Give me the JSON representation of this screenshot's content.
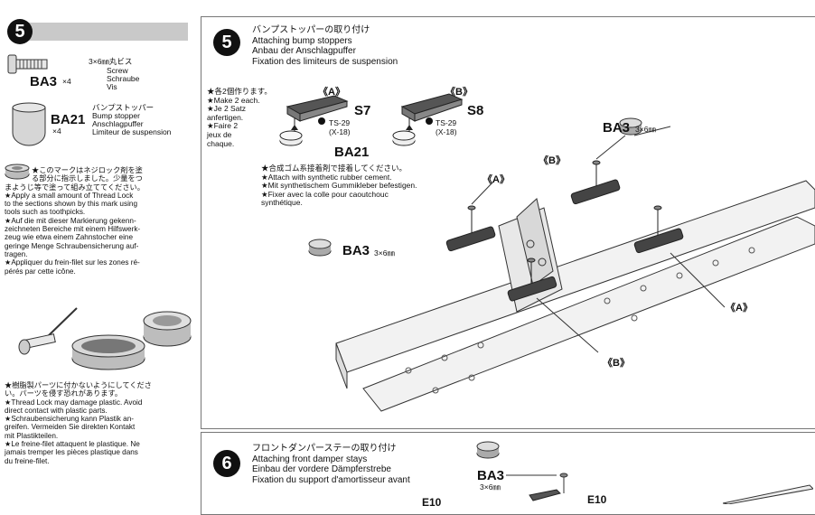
{
  "left": {
    "step_number": "5",
    "parts": [
      {
        "code": "BA3",
        "qty": "×4",
        "desc_jp": "3×6㎜丸ビス",
        "desc": [
          "Screw",
          "Schraube",
          "Vis"
        ]
      },
      {
        "code": "BA21",
        "qty": "×4",
        "desc_jp": "バンプストッパー",
        "desc": [
          "Bump stopper",
          "Anschlagpuffer",
          "Limiteur de suspension"
        ]
      }
    ],
    "threadlock_lines": [
      "★このマークはネジロック剤を塗",
      "る部分に指示しました。少量をつ",
      "まようじ等で塗って組み立ててください。",
      "★Apply a small amount of Thread Lock",
      "to the sections shown by this mark using",
      "tools such as toothpicks.",
      "★Auf die mit dieser Markierung gekenn-",
      "zeichneten Bereiche mit einem Hilfswerk-",
      "zeug wie etwa einem Zahnstocher eine",
      "geringe Menge Schraubensicherung auf-",
      "tragen.",
      "★Appliquer du frein-filet sur les zones ré-",
      "pérés par cette icône."
    ],
    "warning_lines": [
      "★樹脂製パーツに付かないようにしてくださ",
      "い。パーツを侵す恐れがあります。",
      "★Thread Lock may damage plastic. Avoid",
      "direct contact with plastic parts.",
      "★Schraubensicherung kann Plastik an-",
      "greifen. Vermeiden Sie direkten Kontakt",
      "mit Plastikteilen.",
      "★Le freine-filet attaquent le plastique. Ne",
      "jamais tremper les pièces plastique dans",
      "du freine-filet."
    ]
  },
  "step5": {
    "number": "5",
    "title_jp": "バンプストッパーの取り付け",
    "title_en": "Attaching bump stoppers",
    "title_de": "Anbau der Anschlagpuffer",
    "title_fr": "Fixation des limiteurs de suspension",
    "make_note": [
      "★各2個作ります。",
      "★Make 2 each.",
      "★Je 2 Satz",
      "anfertigen.",
      "★Faire 2",
      "jeux de",
      "chaque."
    ],
    "label_a": "《A》",
    "label_b": "《B》",
    "s7": "S7",
    "s8": "S8",
    "ts29": "TS-29",
    "x18": "(X-18)",
    "ba21": "BA21",
    "cement_note": [
      "★合成ゴム系接着剤で接着してください。",
      "★Attach with synthetic rubber cement.",
      "★Mit synthetischem Gummikleber befestigen.",
      "★Fixer avec la colle pour caoutchouc",
      "synthétique."
    ],
    "ba3": "BA3",
    "ba3_size": "3×6㎜"
  },
  "step6": {
    "number": "6",
    "title_jp": "フロントダンパーステーの取り付け",
    "title_en": "Attaching front damper stays",
    "title_de": "Einbau der vordere Dämpferstrebe",
    "title_fr": "Fixation du support d'amortisseur avant",
    "ba3": "BA3",
    "ba3_size": "3×6㎜",
    "e10": "E10",
    "f10": "E10"
  }
}
